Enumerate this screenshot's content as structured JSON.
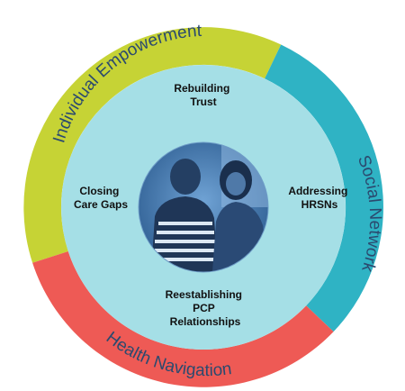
{
  "diagram": {
    "ring_segments": [
      {
        "label": "Individual Empowerment",
        "color": "#c6d335",
        "text_color": "#2b4a6f"
      },
      {
        "label": "Social Network",
        "color": "#2fb3c4",
        "text_color": "#2b4a6f"
      },
      {
        "label": "Health Navigation",
        "color": "#ee5a55",
        "text_color": "#2b4a6f"
      }
    ],
    "inner_circle_color": "#a5dfe6",
    "photo_tint": "#3c6fa8",
    "inner_labels": {
      "top": [
        "Rebuilding",
        "Trust"
      ],
      "left": [
        "Closing",
        "Care Gaps"
      ],
      "right": [
        "Addressing",
        "HRSNs"
      ],
      "bottom": [
        "Reestablishing",
        "PCP",
        "Relationships"
      ]
    },
    "photo_icon": "two-people-photo"
  }
}
